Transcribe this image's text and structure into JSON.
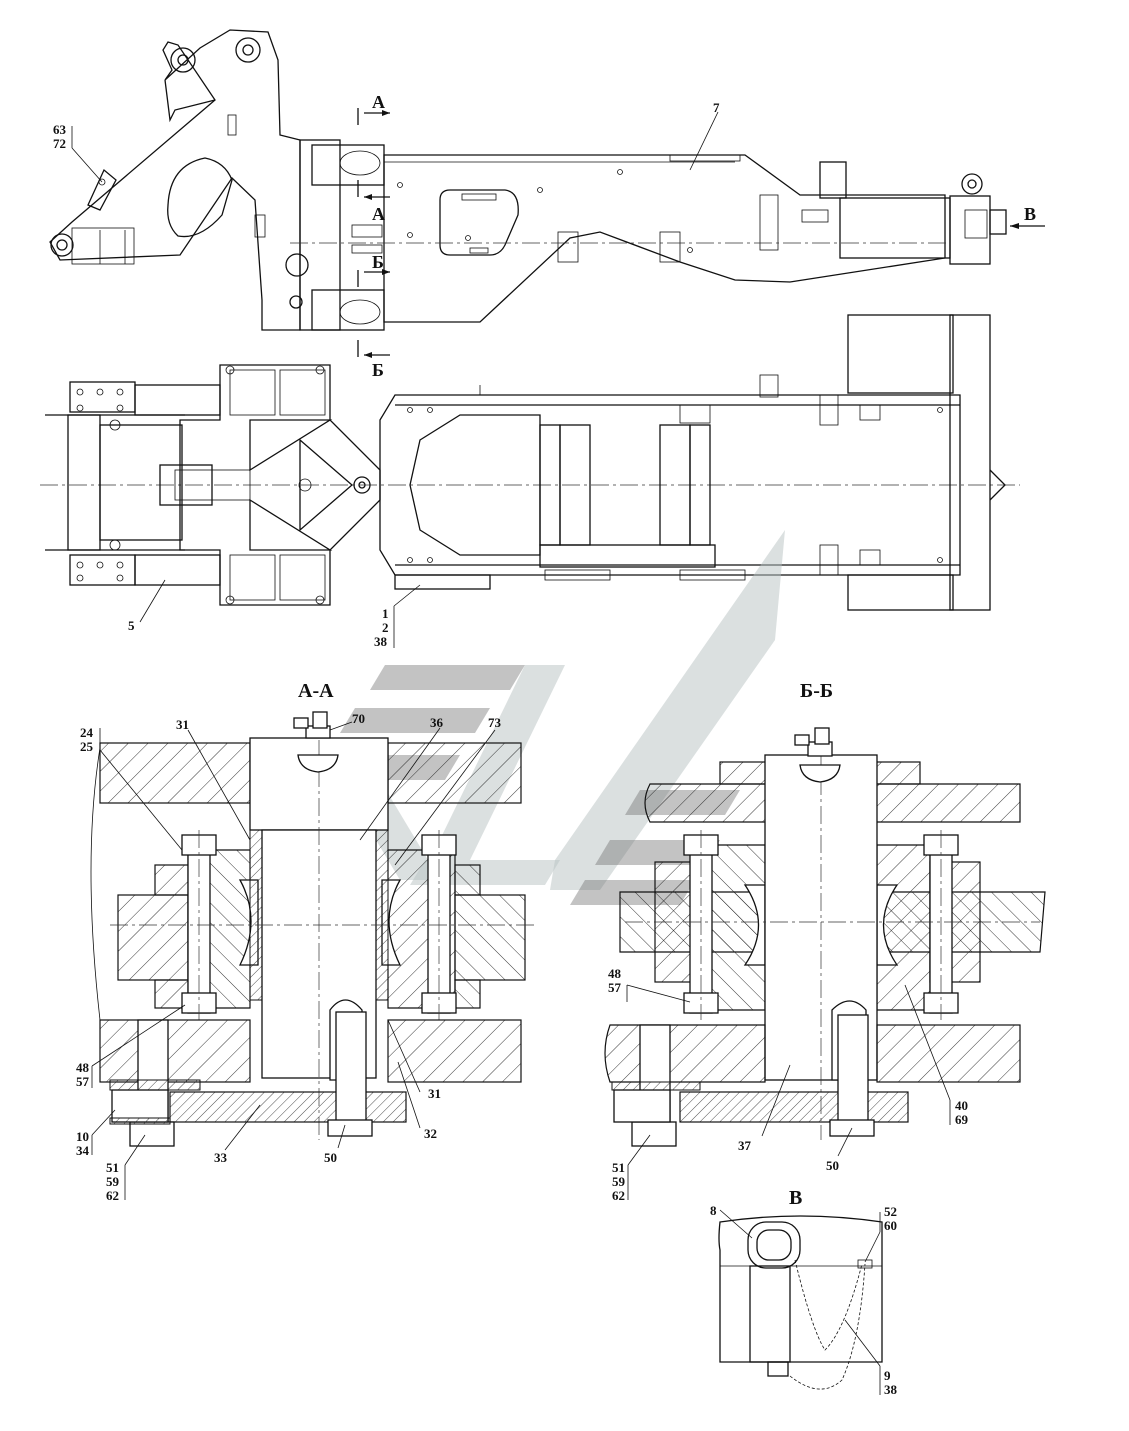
{
  "section_marks": {
    "a": "А",
    "b": "Б",
    "v": "В"
  },
  "titles": {
    "aa": "А-А",
    "bb": "Б-Б",
    "v": "В"
  },
  "labels": {
    "p63_72": [
      "63",
      "72"
    ],
    "p7": "7",
    "p5": "5",
    "p1_2_38": [
      "1",
      "2",
      "38"
    ],
    "p24_25": [
      "24",
      "25"
    ],
    "p31_top": "31",
    "p70": "70",
    "p36": "36",
    "p73": "73",
    "p48_57_left": [
      "48",
      "57"
    ],
    "p10_34": [
      "10",
      "34"
    ],
    "p51_59_62_left": [
      "51",
      "59",
      "62"
    ],
    "p33": "33",
    "p50_left": "50",
    "p32": "32",
    "p31_bottom": "31",
    "p48_57_right": [
      "48",
      "57"
    ],
    "p37": "37",
    "p50_right": "50",
    "p40_69": [
      "40",
      "69"
    ],
    "p51_59_62_right": [
      "51",
      "59",
      "62"
    ],
    "p8": "8",
    "p52_60": [
      "52",
      "60"
    ],
    "p9_38": [
      "9",
      "38"
    ]
  }
}
